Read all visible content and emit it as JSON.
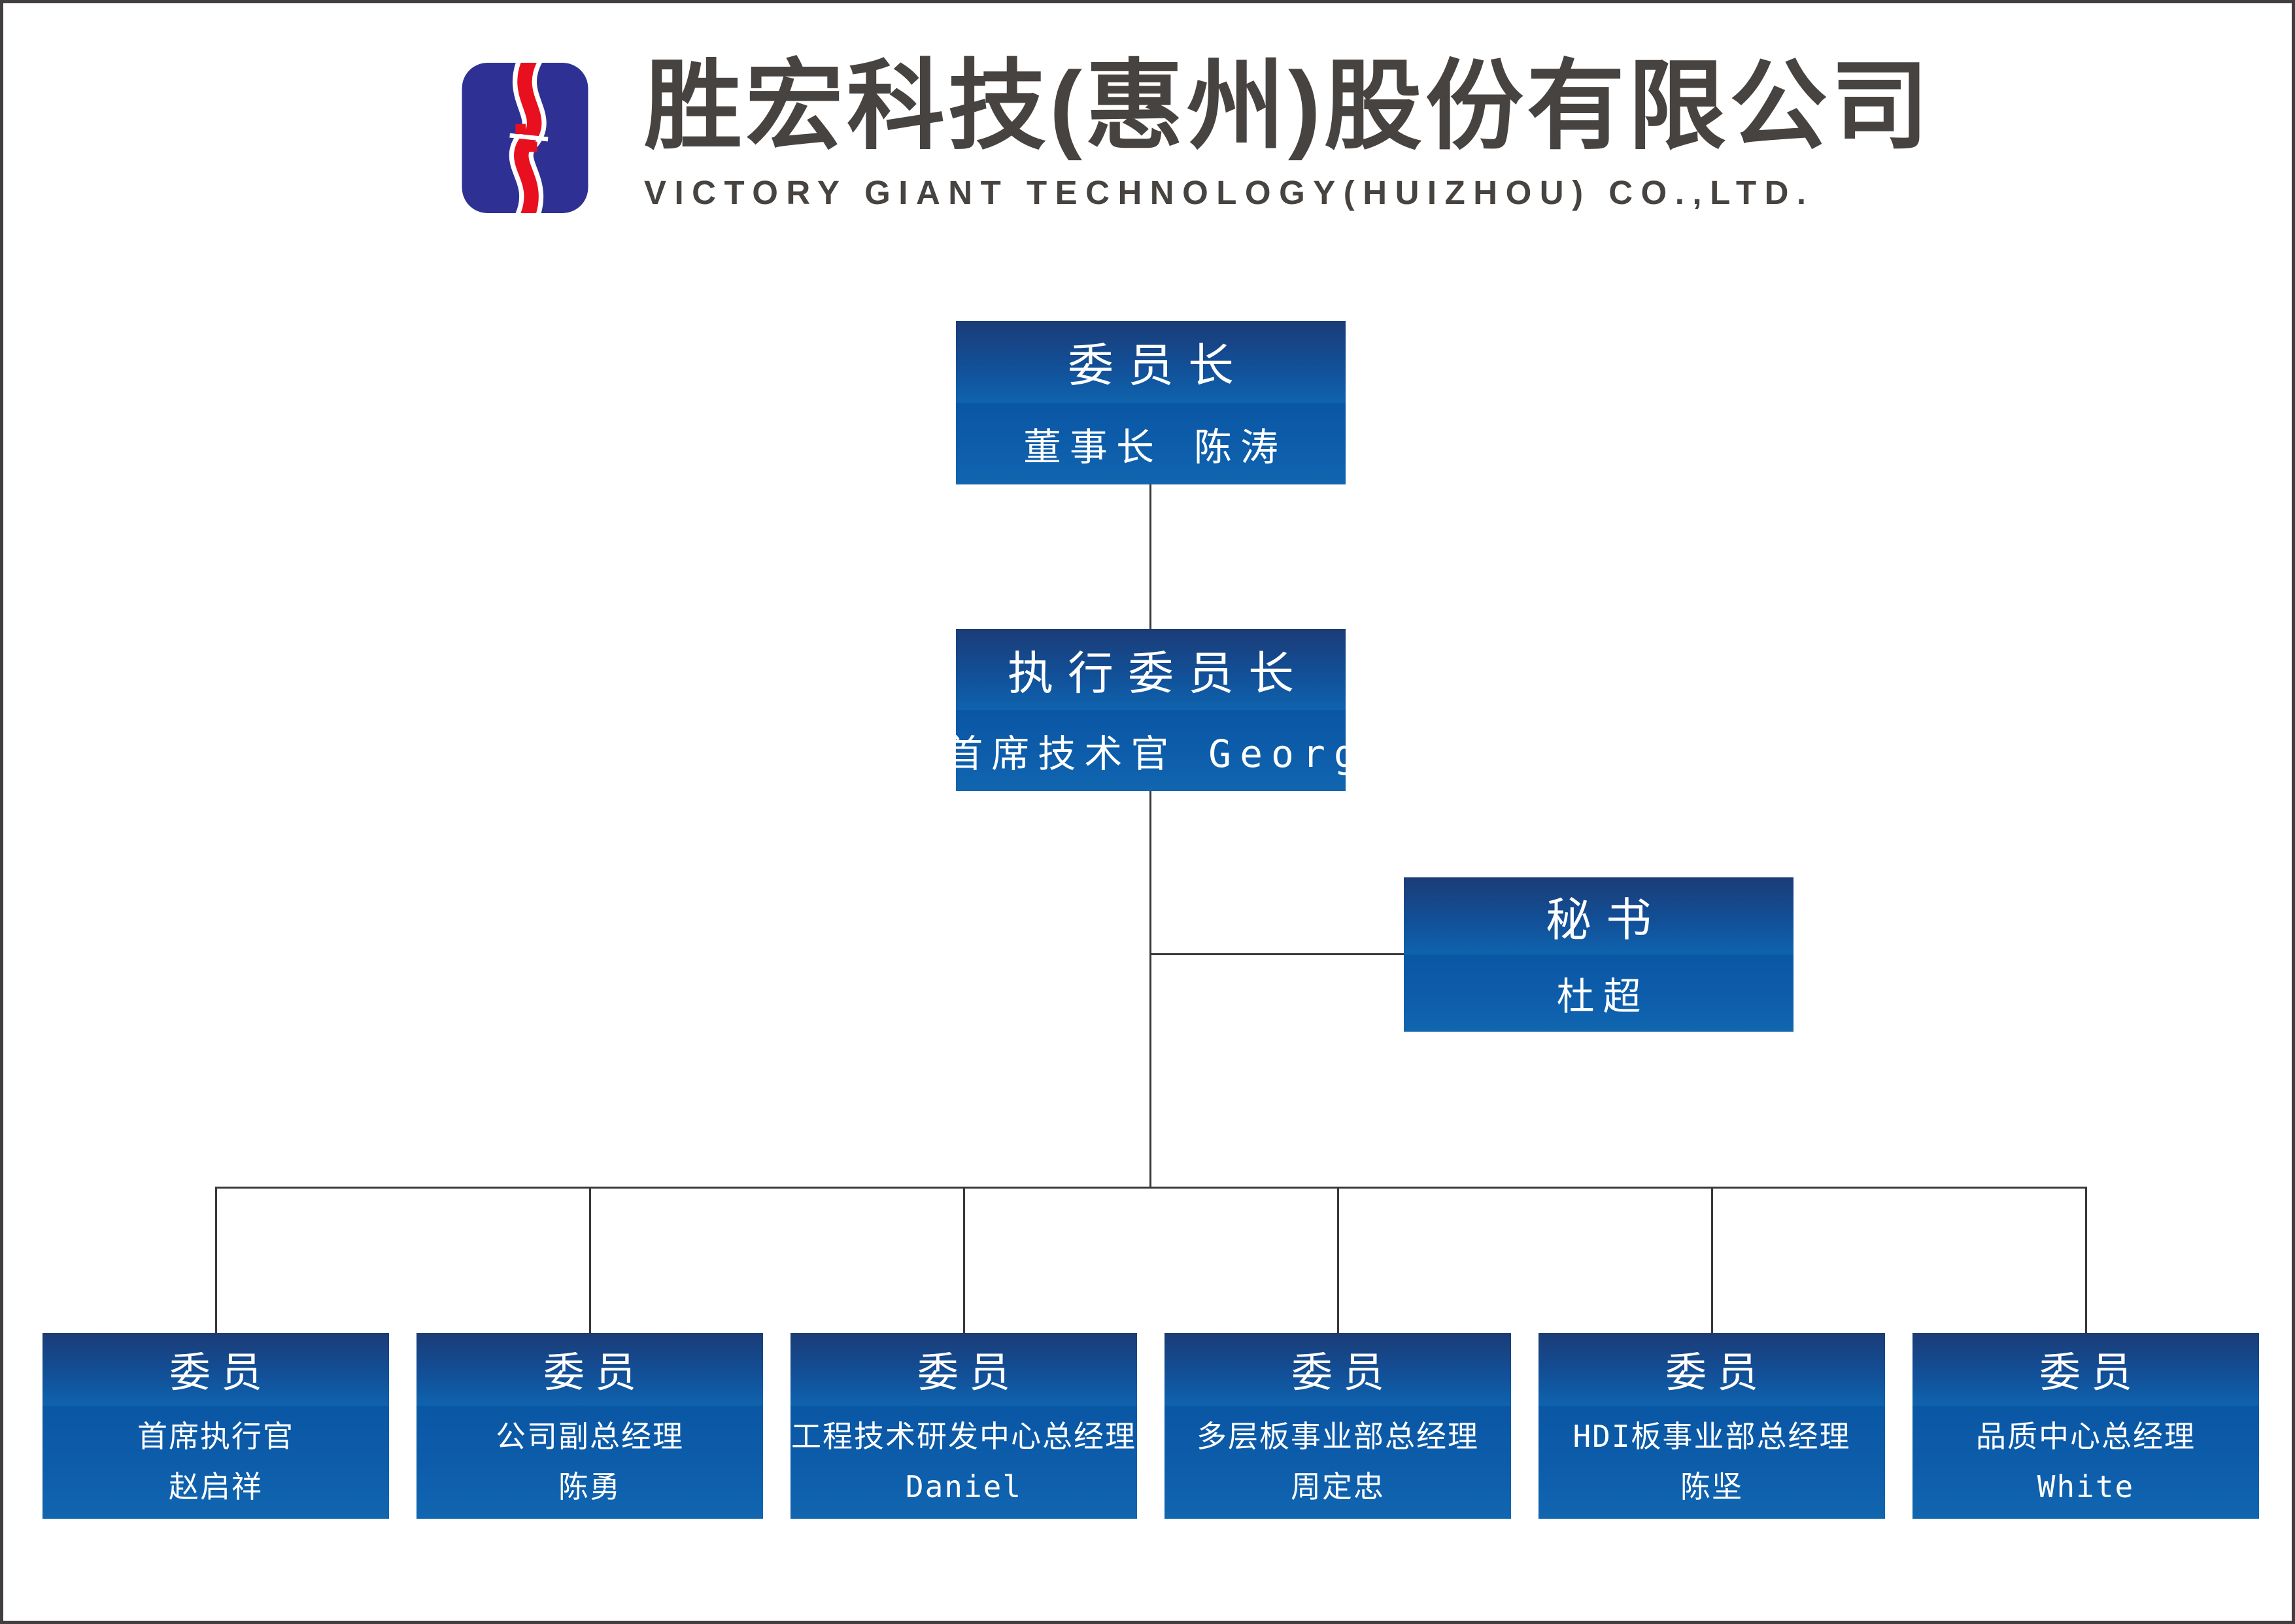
{
  "header": {
    "logo_alt": "victory-giant-logo",
    "company_name_zh": "胜宏科技(惠州)股份有限公司",
    "company_name_en": "VICTORY GIANT TECHNOLOGY(HUIZHOU) CO.,LTD."
  },
  "org_chart": {
    "chairman": {
      "title": "委员长",
      "person": "董事长 陈涛"
    },
    "executive_chairman": {
      "title": "执行委员长",
      "person": "首席技术官 Georg"
    },
    "secretary": {
      "title": "秘书",
      "person": "杜超"
    },
    "members": [
      {
        "title": "委员",
        "role": "首席执行官",
        "person": "赵启祥"
      },
      {
        "title": "委员",
        "role": "公司副总经理",
        "person": "陈勇"
      },
      {
        "title": "委员",
        "role": "工程技术研发中心总经理",
        "person": "Daniel"
      },
      {
        "title": "委员",
        "role": "多层板事业部总经理",
        "person": "周定忠"
      },
      {
        "title": "委员",
        "role": "HDI板事业部总经理",
        "person": "陈坚"
      },
      {
        "title": "委员",
        "role": "品质中心总经理",
        "person": "White"
      }
    ]
  },
  "colors": {
    "node_gradient_top": "#1b3c77",
    "node_gradient_bottom": "#0f63ae",
    "node_body_blue": "#0b5aa8",
    "logo_blue": "#2e3193",
    "logo_red": "#e8101f",
    "connector": "#3a3637",
    "header_text": "#474340",
    "page_border": "#433f40"
  }
}
